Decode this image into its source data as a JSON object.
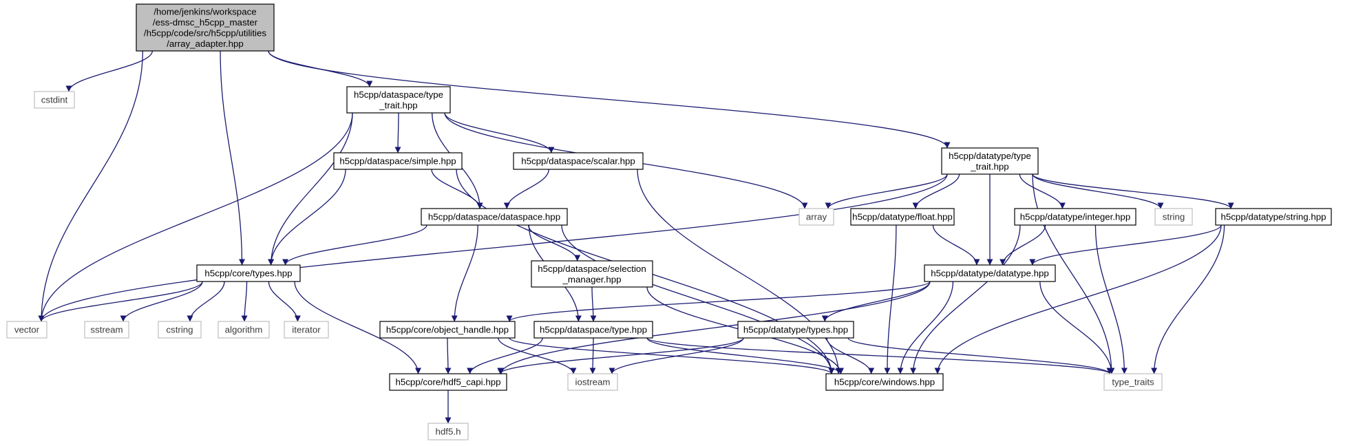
{
  "nodes": [
    {
      "id": "array_adapter",
      "kind": "main",
      "lines": [
        "/home/jenkins/workspace",
        "/ess-dmsc_h5cpp_master",
        "/h5cpp/code/src/h5cpp/utilities",
        "/array_adapter.hpp"
      ]
    },
    {
      "id": "cstdint",
      "kind": "sys",
      "lines": [
        "cstdint"
      ]
    },
    {
      "id": "ds_type_trait",
      "kind": "file",
      "lines": [
        "h5cpp/dataspace/type",
        "_trait.hpp"
      ]
    },
    {
      "id": "dt_type_trait",
      "kind": "file",
      "lines": [
        "h5cpp/datatype/type",
        "_trait.hpp"
      ]
    },
    {
      "id": "ds_simple",
      "kind": "file",
      "lines": [
        "h5cpp/dataspace/simple.hpp"
      ]
    },
    {
      "id": "ds_scalar",
      "kind": "file",
      "lines": [
        "h5cpp/dataspace/scalar.hpp"
      ]
    },
    {
      "id": "array",
      "kind": "sys",
      "lines": [
        "array"
      ]
    },
    {
      "id": "ds_dataspace",
      "kind": "file",
      "lines": [
        "h5cpp/dataspace/dataspace.hpp"
      ]
    },
    {
      "id": "dt_float",
      "kind": "file",
      "lines": [
        "h5cpp/datatype/float.hpp"
      ]
    },
    {
      "id": "dt_integer",
      "kind": "file",
      "lines": [
        "h5cpp/datatype/integer.hpp"
      ]
    },
    {
      "id": "string",
      "kind": "sys",
      "lines": [
        "string"
      ]
    },
    {
      "id": "dt_string",
      "kind": "file",
      "lines": [
        "h5cpp/datatype/string.hpp"
      ]
    },
    {
      "id": "core_types",
      "kind": "file",
      "lines": [
        "h5cpp/core/types.hpp"
      ]
    },
    {
      "id": "ds_selection_manager",
      "kind": "file",
      "lines": [
        "h5cpp/dataspace/selection",
        "_manager.hpp"
      ]
    },
    {
      "id": "dt_datatype",
      "kind": "file",
      "lines": [
        "h5cpp/datatype/datatype.hpp"
      ]
    },
    {
      "id": "vector",
      "kind": "sys",
      "lines": [
        "vector"
      ]
    },
    {
      "id": "sstream",
      "kind": "sys",
      "lines": [
        "sstream"
      ]
    },
    {
      "id": "cstring",
      "kind": "sys",
      "lines": [
        "cstring"
      ]
    },
    {
      "id": "algorithm",
      "kind": "sys",
      "lines": [
        "algorithm"
      ]
    },
    {
      "id": "iterator",
      "kind": "sys",
      "lines": [
        "iterator"
      ]
    },
    {
      "id": "core_object_handle",
      "kind": "file",
      "lines": [
        "h5cpp/core/object_handle.hpp"
      ]
    },
    {
      "id": "ds_type",
      "kind": "file",
      "lines": [
        "h5cpp/dataspace/type.hpp"
      ]
    },
    {
      "id": "dt_types",
      "kind": "file",
      "lines": [
        "h5cpp/datatype/types.hpp"
      ]
    },
    {
      "id": "core_hdf5_capi",
      "kind": "file",
      "lines": [
        "h5cpp/core/hdf5_capi.hpp"
      ]
    },
    {
      "id": "iostream",
      "kind": "sys",
      "lines": [
        "iostream"
      ]
    },
    {
      "id": "core_windows",
      "kind": "file",
      "lines": [
        "h5cpp/core/windows.hpp"
      ]
    },
    {
      "id": "type_traits",
      "kind": "sys",
      "lines": [
        "type_traits"
      ]
    },
    {
      "id": "hdf5_h",
      "kind": "sys",
      "lines": [
        "hdf5.h"
      ]
    }
  ],
  "edges": [
    [
      "array_adapter",
      "cstdint"
    ],
    [
      "array_adapter",
      "vector"
    ],
    [
      "array_adapter",
      "core_types"
    ],
    [
      "array_adapter",
      "ds_type_trait"
    ],
    [
      "array_adapter",
      "dt_type_trait"
    ],
    [
      "ds_type_trait",
      "vector"
    ],
    [
      "ds_type_trait",
      "core_types"
    ],
    [
      "ds_type_trait",
      "ds_simple"
    ],
    [
      "ds_type_trait",
      "ds_dataspace"
    ],
    [
      "ds_type_trait",
      "ds_scalar"
    ],
    [
      "ds_type_trait",
      "array"
    ],
    [
      "ds_simple",
      "core_types"
    ],
    [
      "ds_simple",
      "ds_dataspace"
    ],
    [
      "ds_simple",
      "core_windows"
    ],
    [
      "ds_scalar",
      "ds_dataspace"
    ],
    [
      "ds_scalar",
      "core_windows"
    ],
    [
      "ds_dataspace",
      "core_types"
    ],
    [
      "ds_dataspace",
      "core_object_handle"
    ],
    [
      "ds_dataspace",
      "ds_type"
    ],
    [
      "ds_dataspace",
      "ds_selection_manager"
    ],
    [
      "ds_dataspace",
      "core_windows"
    ],
    [
      "ds_selection_manager",
      "ds_type"
    ],
    [
      "ds_selection_manager",
      "core_windows"
    ],
    [
      "dt_type_trait",
      "vector"
    ],
    [
      "dt_type_trait",
      "array"
    ],
    [
      "dt_type_trait",
      "dt_float"
    ],
    [
      "dt_type_trait",
      "dt_datatype"
    ],
    [
      "dt_type_trait",
      "dt_integer"
    ],
    [
      "dt_type_trait",
      "string"
    ],
    [
      "dt_type_trait",
      "dt_string"
    ],
    [
      "dt_type_trait",
      "type_traits"
    ],
    [
      "dt_float",
      "dt_datatype"
    ],
    [
      "dt_float",
      "core_windows"
    ],
    [
      "dt_integer",
      "dt_datatype"
    ],
    [
      "dt_integer",
      "core_windows"
    ],
    [
      "dt_integer",
      "type_traits"
    ],
    [
      "dt_string",
      "dt_datatype"
    ],
    [
      "dt_string",
      "core_windows"
    ],
    [
      "dt_string",
      "type_traits"
    ],
    [
      "dt_datatype",
      "core_hdf5_capi"
    ],
    [
      "dt_datatype",
      "core_object_handle"
    ],
    [
      "dt_datatype",
      "dt_types"
    ],
    [
      "dt_datatype",
      "core_windows"
    ],
    [
      "dt_datatype",
      "type_traits"
    ],
    [
      "core_types",
      "vector"
    ],
    [
      "core_types",
      "sstream"
    ],
    [
      "core_types",
      "cstring"
    ],
    [
      "core_types",
      "algorithm"
    ],
    [
      "core_types",
      "iterator"
    ],
    [
      "core_types",
      "core_hdf5_capi"
    ],
    [
      "core_object_handle",
      "core_hdf5_capi"
    ],
    [
      "core_object_handle",
      "iostream"
    ],
    [
      "core_object_handle",
      "core_windows"
    ],
    [
      "ds_type",
      "core_hdf5_capi"
    ],
    [
      "ds_type",
      "iostream"
    ],
    [
      "ds_type",
      "core_windows"
    ],
    [
      "ds_type",
      "type_traits"
    ],
    [
      "dt_types",
      "core_hdf5_capi"
    ],
    [
      "dt_types",
      "iostream"
    ],
    [
      "dt_types",
      "core_windows"
    ],
    [
      "dt_types",
      "type_traits"
    ],
    [
      "core_hdf5_capi",
      "hdf5_h"
    ]
  ]
}
